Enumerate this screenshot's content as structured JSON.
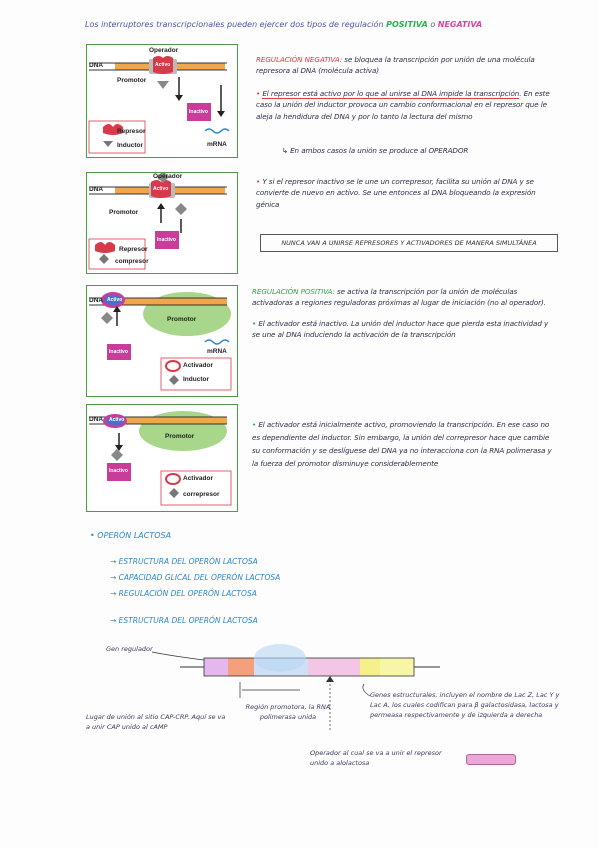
{
  "title": {
    "prefix": "Los interruptores transcripcionales pueden ejercer dos tipos de regulación",
    "pos": "POSITIVA",
    "conj": "o",
    "neg": "NEGATIVA"
  },
  "diagram_labels": {
    "operador": "Operador",
    "dna": "DNA",
    "promotor": "Promotor",
    "activo": "Activo",
    "inactivo": "Inactivo",
    "represor": "Represor",
    "inductor": "Inductor",
    "mrna": "mRNA",
    "compresor": "compresor",
    "activador": "Activador",
    "correpresor": "correpresor"
  },
  "neg": {
    "heading": "REGULACIÓN NEGATIVA:",
    "text1": "se bloquea la transcripción por unión de una molécula represora al DNA (molécula activa)",
    "b1_a": "El represor está activo por lo que al unirse al DNA impide la transcripción",
    "b1_b": ". En este caso la unión del inductor provoca un cambio conformacional en el represor que le aleja la hendidura del DNA y por lo tanto la lectura del mismo",
    "arrow_note": "En ambos casos la unión se produce al OPERADOR",
    "b2": "Y si el represor inactivo se le une un correpresor, facilita su unión al DNA y se convierte de nuevo en activo. Se une entonces al DNA bloqueando la expresión génica",
    "box": "NUNCA VAN A UNIRSE REPRESORES Y ACTIVADORES DE MANERA SIMULTÁNEA"
  },
  "pos": {
    "heading": "REGULACIÓN POSITIVA:",
    "text1": "se activa la transcripción por la unión de moléculas activadoras a regiones reguladoras próximas al lugar de iniciación (no al operador).",
    "b1": "El activador está inactivo. La unión del inductor hace que pierda esta inactividad y se une al DNA induciendo la activación de la transcripción",
    "b2": "El activador está inicialmente activo, promoviendo la transcripción. En ese caso no es dependiente del inductor. Sin embargo, la unión del correpresor hace que cambie su conformación y se deslíguese del DNA ya no interacciona con la RNA polimerasa y la fuerza del promotor disminuye considerablemente"
  },
  "lac": {
    "title": "OPERÓN LACTOSA",
    "items": [
      "ESTRUCTURA DEL OPERÓN LACTOSA",
      "CAPACIDAD GLICAL DEL OPERÓN LACTOSA",
      "REGULACIÓN DEL OPERÓN LACTOSA"
    ],
    "sub": "ESTRUCTURA DEL OPERÓN LACTOSA",
    "gen_reg": "Gen regulador",
    "union_label": "Lugar de unión al sitio CAP-CRP. Aquí se va a unir CAP unido al cAMP",
    "promotor_label": "Región promotora, la RNA polimerasa unida",
    "genes_label": "Genes estructurales, incluyen el nombre de Lac Z, Lac Y y Lac A, los cuales codifican para β galactosidasa, lactosa y permeasa respectivamente y de izquierda a derecha",
    "operador_label": "Operador al cual se va a unir el represor unido a alolactosa"
  },
  "colors": {
    "green": "#4e9a47",
    "orange": "#f0a64a",
    "red": "#d93a4a",
    "magenta": "#c83c9a",
    "blue": "#2f86c9",
    "ellipse": "#a8d68a"
  }
}
